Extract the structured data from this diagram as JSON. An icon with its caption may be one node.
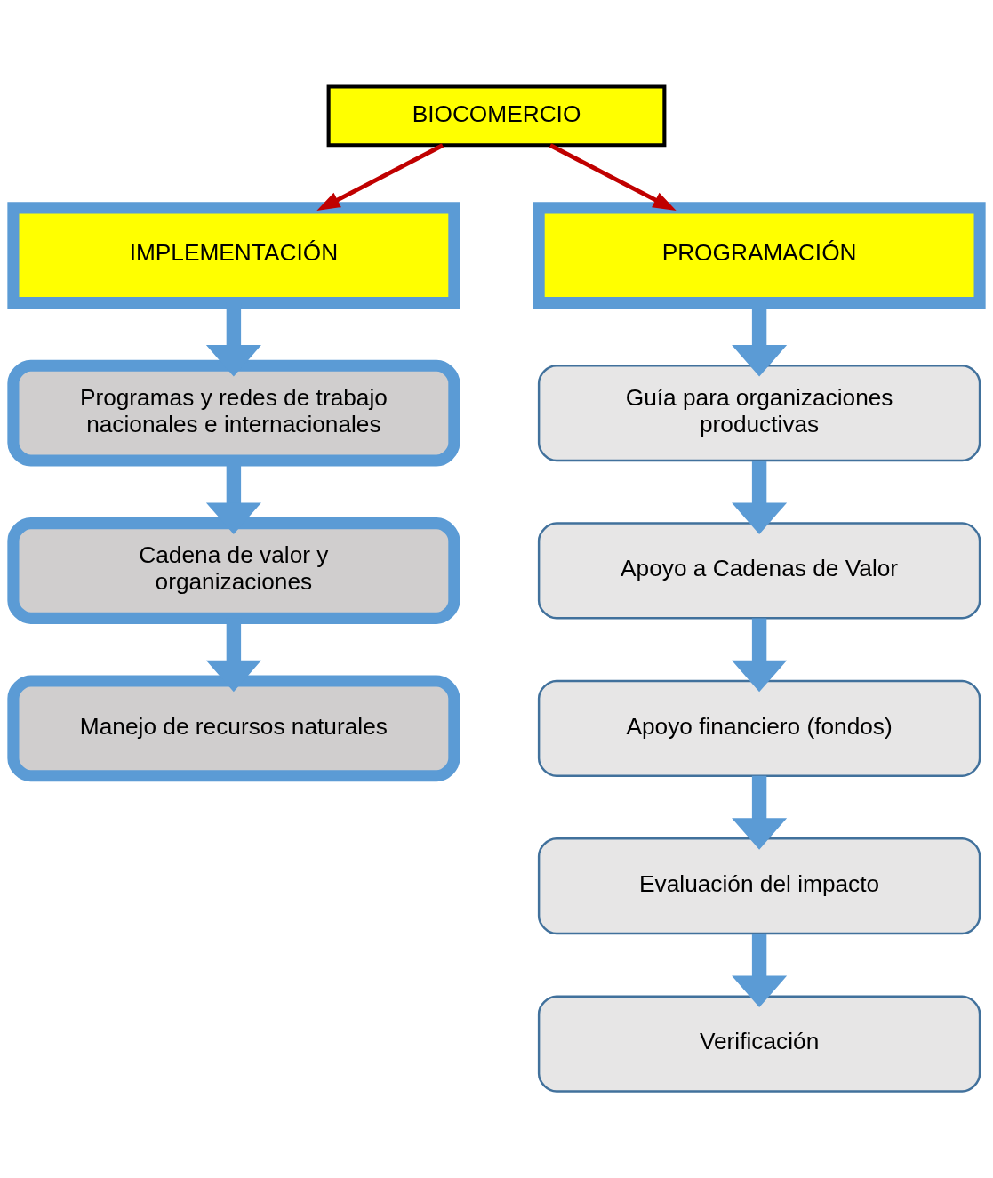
{
  "diagram": {
    "nodes": [
      {
        "text": [
          "BIOCOMERCIO"
        ]
      },
      {
        "text": [
          "IMPLEMENTACIÓN"
        ]
      },
      {
        "text": [
          "PROGRAMACIÓN"
        ]
      },
      {
        "text": [
          "Programas y redes de trabajo nacionales e internacionales"
        ]
      },
      {
        "text": [
          "Cadena de valor y organizaciones"
        ]
      },
      {
        "text": [
          "Manejo de recursos naturales"
        ]
      },
      {
        "text": [
          "Guía para organizaciones productivas"
        ]
      },
      {
        "text": [
          "Apoyo a Cadenas de Valor"
        ]
      },
      {
        "text": [
          "Apoyo financiero (fondos)"
        ]
      },
      {
        "text": [
          "Evaluación del impacto"
        ]
      },
      {
        "text": [
          "Verificación"
        ]
      }
    ],
    "edges": [
      {
        "from": 0,
        "to": 1,
        "arrow": "to",
        "color": "#c00000"
      },
      {
        "from": 0,
        "to": 2,
        "arrow": "to",
        "color": "#c00000"
      },
      {
        "from": 1,
        "to": 3,
        "arrow": "to"
      },
      {
        "from": 3,
        "to": 4,
        "arrow": "to"
      },
      {
        "from": 4,
        "to": 5,
        "arrow": "to"
      },
      {
        "from": 2,
        "to": 6,
        "arrow": "to"
      },
      {
        "from": 6,
        "to": 7,
        "arrow": "to"
      },
      {
        "from": 7,
        "to": 8,
        "arrow": "to"
      },
      {
        "from": 8,
        "to": 9,
        "arrow": "to"
      },
      {
        "from": 9,
        "to": 10,
        "arrow": "to"
      }
    ]
  }
}
